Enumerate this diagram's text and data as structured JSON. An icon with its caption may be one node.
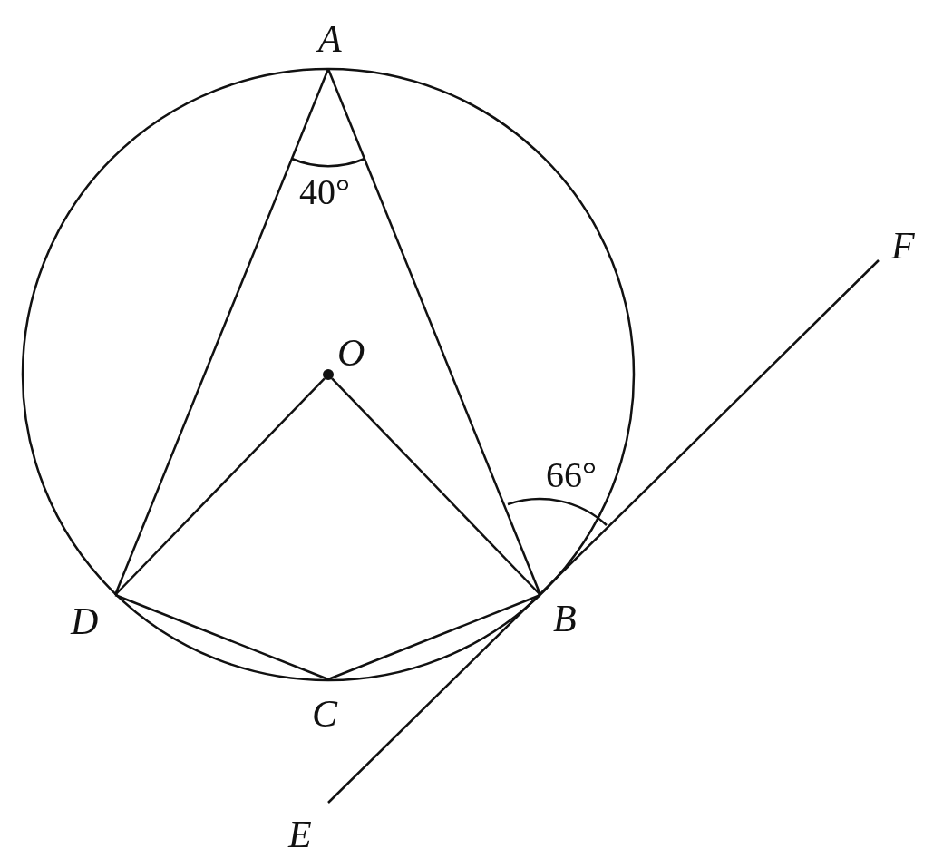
{
  "diagram": {
    "nodes": [
      {
        "text": [
          "A"
        ]
      },
      {
        "text": [
          "O"
        ]
      },
      {
        "text": [
          "F"
        ]
      },
      {
        "text": [
          "D"
        ]
      },
      {
        "text": [
          "B"
        ]
      },
      {
        "text": [
          "C"
        ]
      },
      {
        "text": [
          "E"
        ]
      }
    ],
    "edges": [
      {
        "from": 0,
        "to": 3,
        "arrow": "none"
      },
      {
        "from": 0,
        "to": 4,
        "arrow": "none"
      },
      {
        "from": 1,
        "to": 3,
        "arrow": "none"
      },
      {
        "from": 1,
        "to": 4,
        "arrow": "none"
      },
      {
        "from": 3,
        "to": 5,
        "arrow": "none"
      },
      {
        "from": 5,
        "to": 4,
        "arrow": "none"
      },
      {
        "from": 6,
        "to": 2,
        "arrow": "none"
      }
    ],
    "labels": [
      "40°",
      "66°"
    ]
  }
}
